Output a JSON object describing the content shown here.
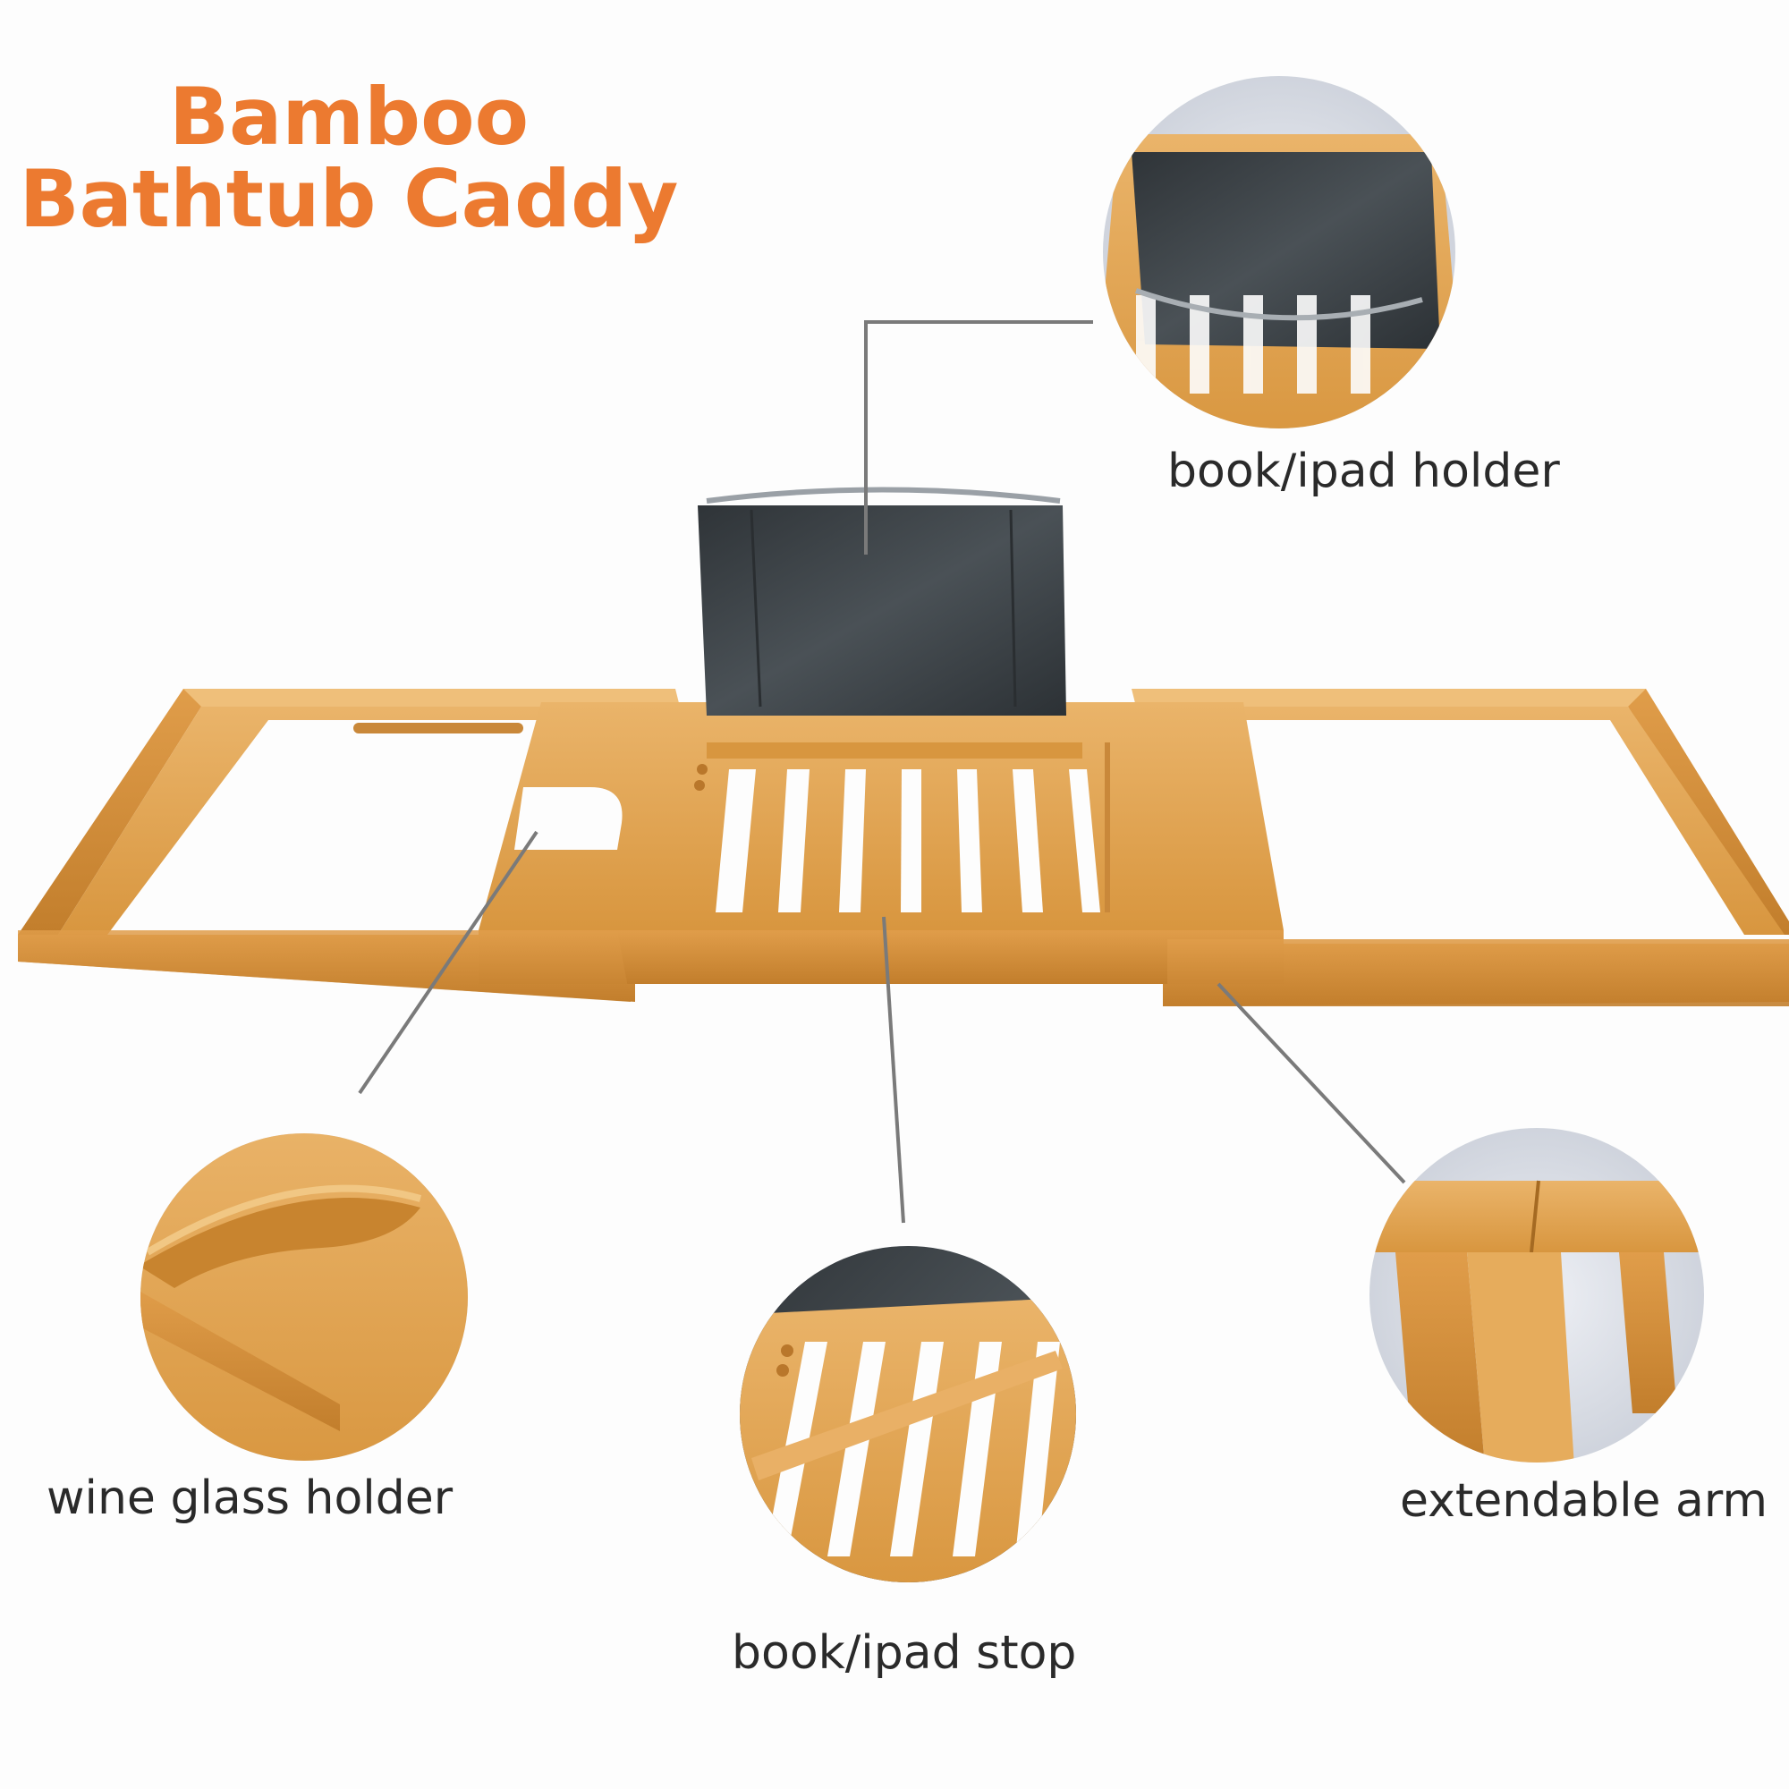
{
  "title": {
    "line1": "Bamboo",
    "line2": "Bathtub Caddy"
  },
  "colors": {
    "title": "#ec7a30",
    "bamboo": "#e2a458",
    "bamboo_dark": "#c8842f",
    "fabric": "#3d4347",
    "leader": "#7a7a7a"
  },
  "callouts": [
    {
      "id": "book-ipad-holder",
      "label": "book/ipad holder"
    },
    {
      "id": "wine-glass-holder",
      "label": "wine glass holder"
    },
    {
      "id": "book-ipad-stop",
      "label": "book/ipad stop"
    },
    {
      "id": "extendable-arm",
      "label": "extendable arm"
    }
  ]
}
